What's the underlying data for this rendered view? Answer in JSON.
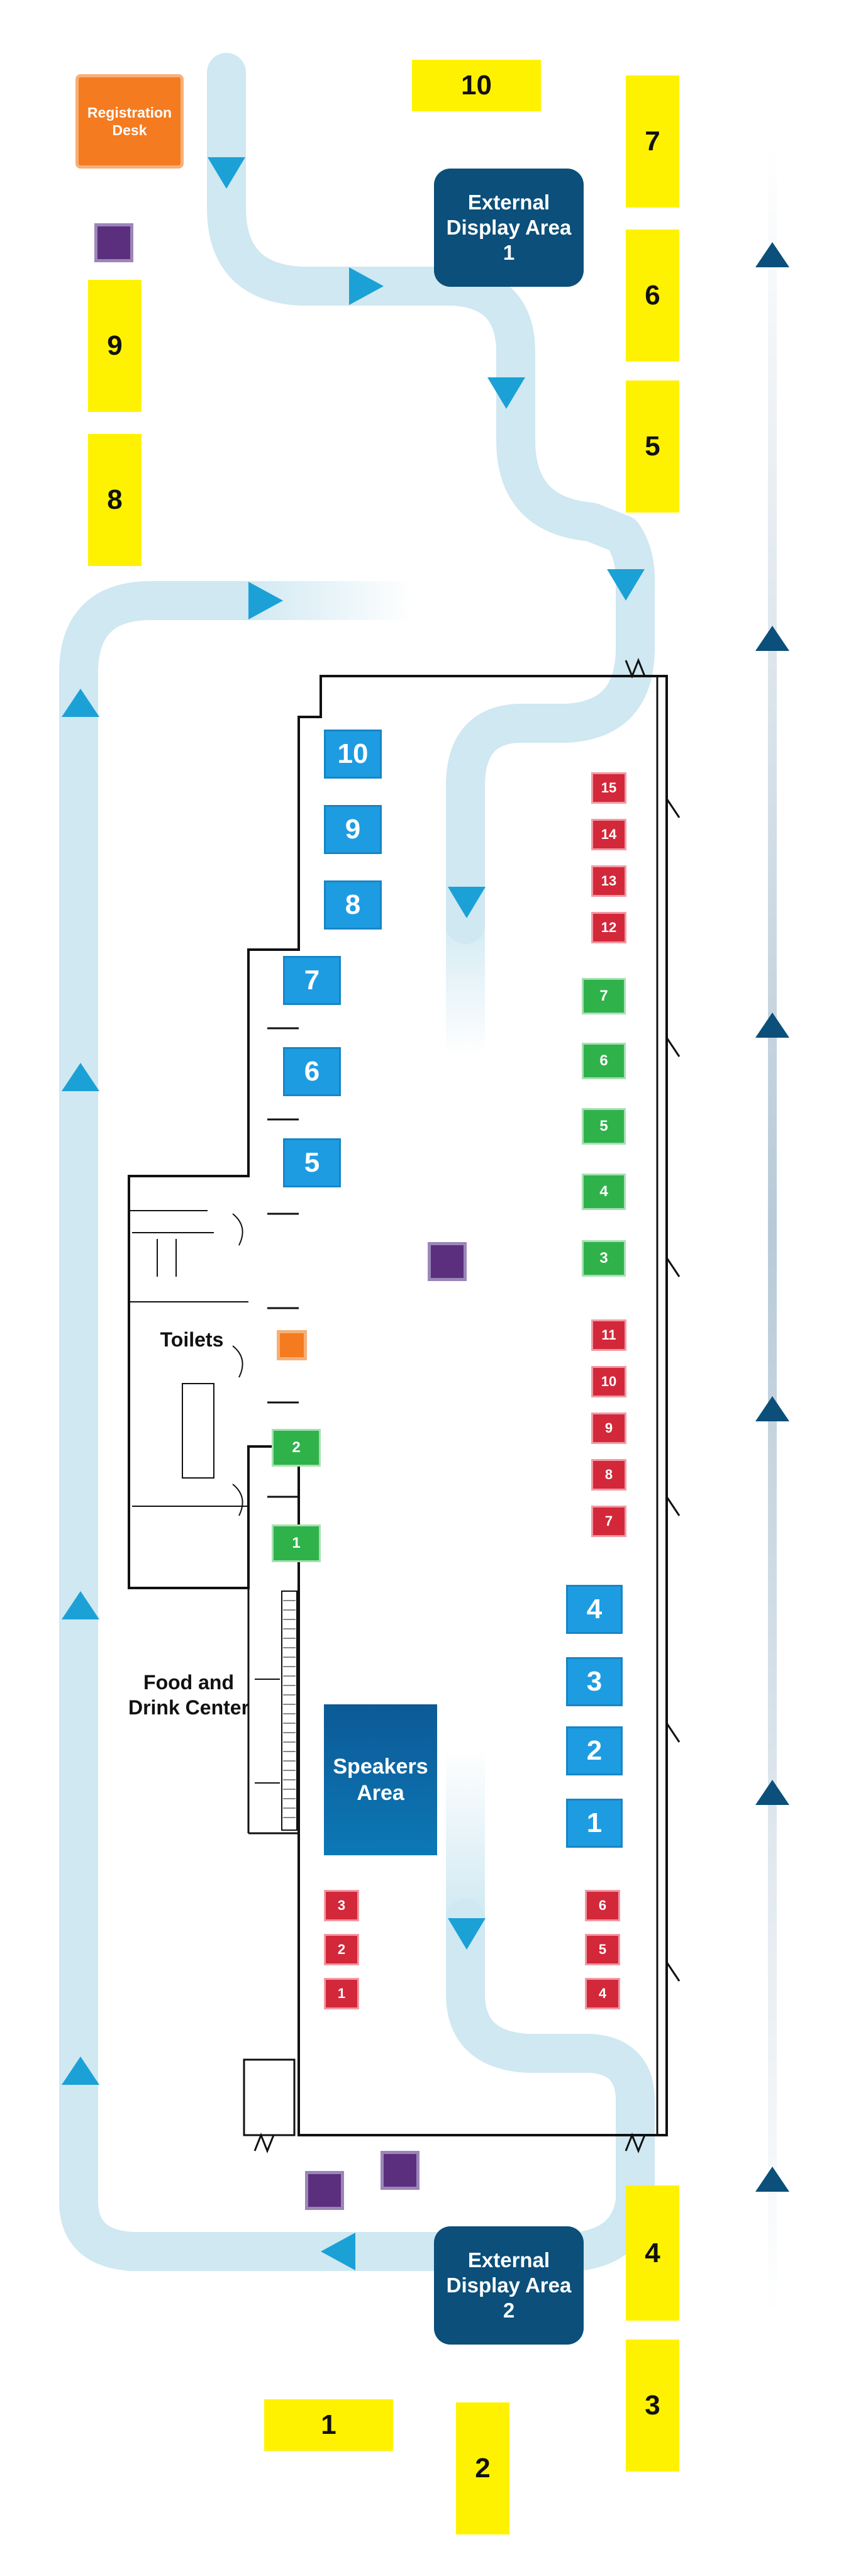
{
  "registration_desk": "Registration Desk",
  "toilets": "Toilets",
  "food_center": "Food and Drink Center",
  "speakers_area": "Speakers Area",
  "external_display_1": "External Display Area 1",
  "external_display_2": "External Display Area 2",
  "yellow": {
    "y1": "1",
    "y2": "2",
    "y3": "3",
    "y4": "4",
    "y5": "5",
    "y6": "6",
    "y7": "7",
    "y8": "8",
    "y9": "9",
    "y10": "10"
  },
  "blue": {
    "b1": "1",
    "b2": "2",
    "b3": "3",
    "b4": "4",
    "b5": "5",
    "b6": "6",
    "b7": "7",
    "b8": "8",
    "b9": "9",
    "b10": "10"
  },
  "green": {
    "g1": "1",
    "g2": "2",
    "g3": "3",
    "g4": "4",
    "g5": "5",
    "g6": "6",
    "g7": "7"
  },
  "red": {
    "r1": "1",
    "r2": "2",
    "r3": "3",
    "r4": "4",
    "r5": "5",
    "r6": "6",
    "r7": "7",
    "r8": "8",
    "r9": "9",
    "r10": "10",
    "r11": "11",
    "r12": "12",
    "r13": "13",
    "r14": "14",
    "r15": "15"
  },
  "colors": {
    "path": "#cfe8f2",
    "arrow": "#1ba1d6",
    "exit_arrow": "#0b4f7a",
    "stand_yellow": "#fff200",
    "stand_blue": "#1e9ce2",
    "stand_green": "#2fb24a",
    "stand_red": "#d2283a",
    "display_area": "#0b4f7a",
    "registration": "#f47b20",
    "info_point": "#5b2e7e"
  }
}
